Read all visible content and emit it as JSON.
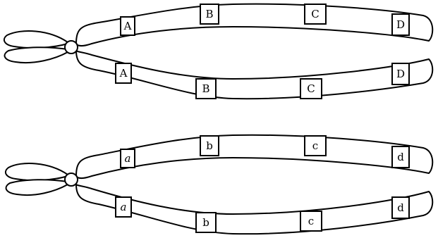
{
  "figure": {
    "pairs": [
      {
        "name": "upper-chromosome-pair",
        "arms": [
          {
            "name": "upper-pair-top-arm",
            "genes": [
              "A",
              "B",
              "C",
              "D"
            ],
            "italic": [
              false,
              false,
              false,
              false
            ]
          },
          {
            "name": "upper-pair-bottom-arm",
            "genes": [
              "A",
              "B",
              "C",
              "D"
            ],
            "italic": [
              false,
              false,
              false,
              false
            ]
          }
        ]
      },
      {
        "name": "lower-chromosome-pair",
        "arms": [
          {
            "name": "lower-pair-top-arm",
            "genes": [
              "a",
              "b",
              "c",
              "d"
            ],
            "italic": [
              true,
              false,
              false,
              false
            ]
          },
          {
            "name": "lower-pair-bottom-arm",
            "genes": [
              "a",
              "b",
              "c",
              "d"
            ],
            "italic": [
              true,
              false,
              false,
              false
            ]
          }
        ]
      }
    ],
    "colors": {
      "stroke": "#000000",
      "fill": "#ffffff"
    }
  }
}
